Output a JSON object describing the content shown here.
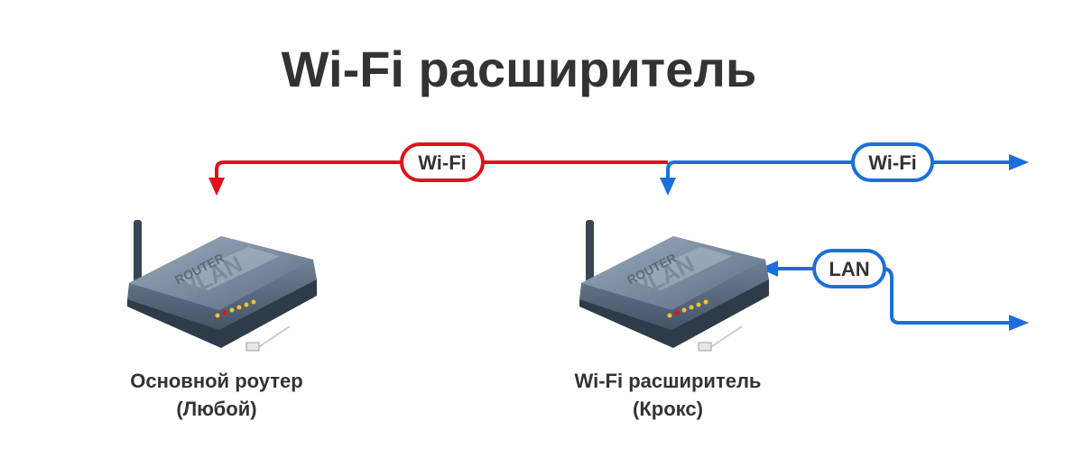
{
  "title": "Wi-Fi расширитель",
  "links": {
    "wifi_main": "Wi-Fi",
    "wifi_out": "Wi-Fi",
    "lan": "LAN"
  },
  "devices": {
    "main_router": {
      "name": "Основной роутер",
      "note": "(Любой)",
      "device_text_1": "ROUTER",
      "device_text_2": "WLAN"
    },
    "extender": {
      "name": "Wi-Fi расширитель",
      "note": "(Крокс)",
      "device_text_1": "ROUTER",
      "device_text_2": "WLAN"
    }
  },
  "colors": {
    "wifi_main": "#e0121b",
    "wifi_extended": "#1a6fdc",
    "text": "#333333"
  }
}
